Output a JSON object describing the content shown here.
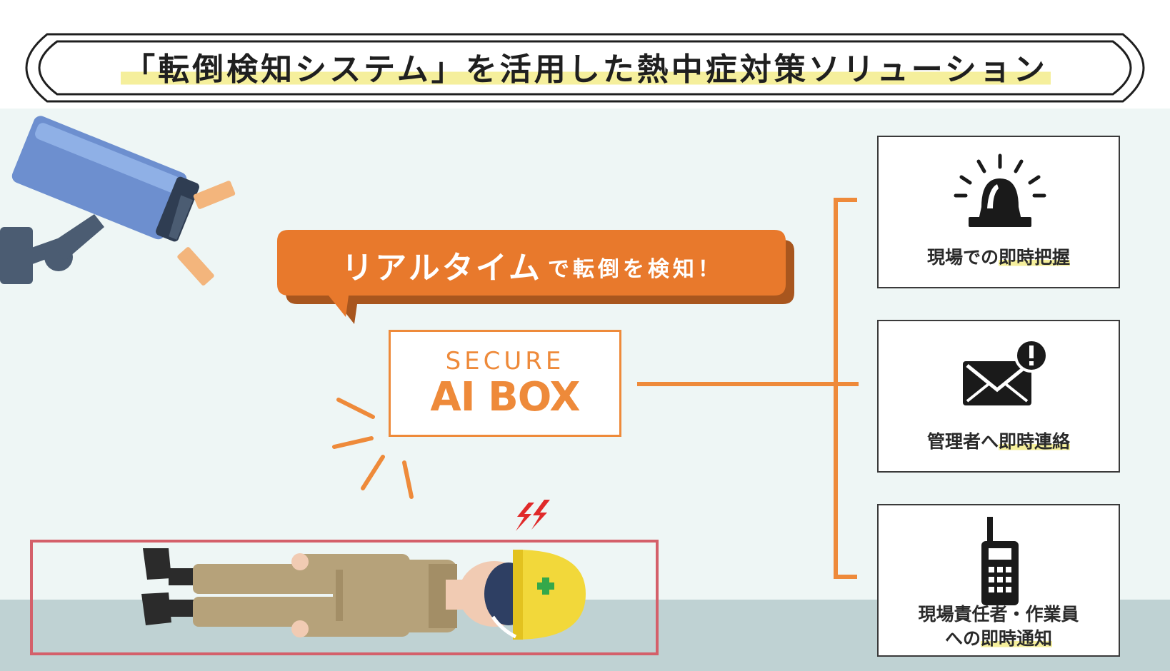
{
  "title": {
    "text": "「転倒検知システム」を活用した熱中症対策ソリューション"
  },
  "bubble": {
    "main": "リアルタイム",
    "rest": "で転倒を検知！"
  },
  "aibox": {
    "line1": "SECURE",
    "line2": "AI BOX"
  },
  "cards": [
    {
      "label_pre": "現場での",
      "label_hl": "即時把握",
      "icon": "alarm-light-icon"
    },
    {
      "label_pre": "管理者へ",
      "label_hl": "即時連絡",
      "icon": "mail-alert-icon"
    },
    {
      "label_line1": "現場責任者・作業員",
      "label_pre": "への",
      "label_hl": "即時通知",
      "icon": "radio-transceiver-icon"
    }
  ],
  "colors": {
    "accent_orange": "#ee8a3a",
    "bubble_orange": "#e8792c",
    "highlight_yellow": "#f5ef9c",
    "camera_blue": "#6d8fcf",
    "detection_box": "#d4606a",
    "background": "#eef6f5",
    "floor": "#bfd2d3"
  }
}
